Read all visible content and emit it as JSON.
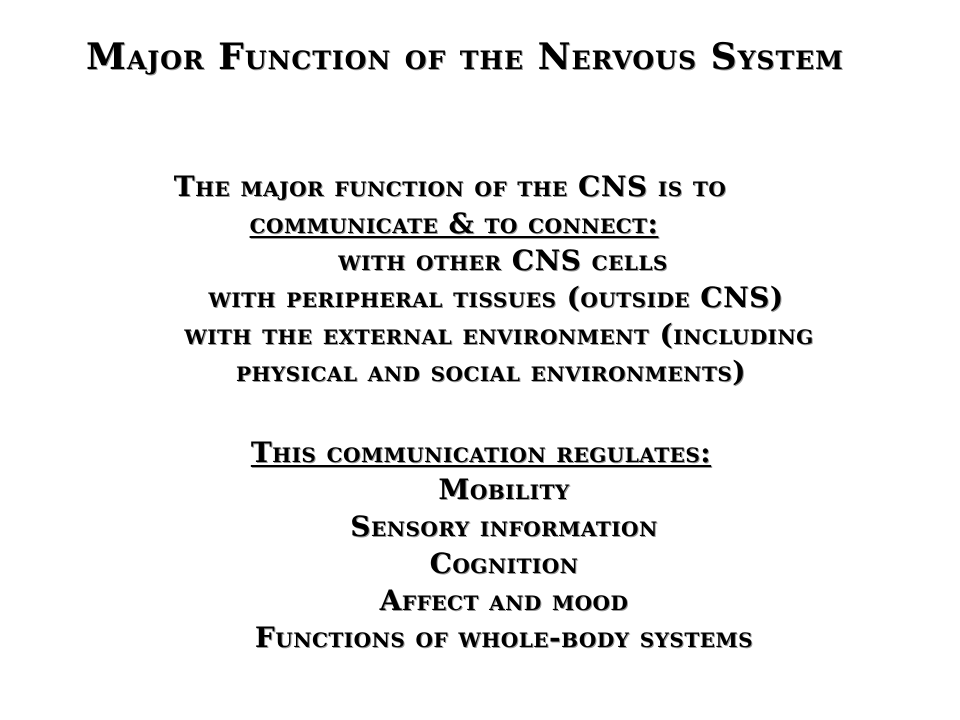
{
  "slide": {
    "title": "Major Function of the Nervous System",
    "intro": {
      "line1": "The major function of the CNS is to",
      "line2": "communicate & to connect:",
      "items": [
        "with other CNS cells",
        "with peripheral tissues (outside CNS)",
        "with the external environment (including",
        "physical and social environments)"
      ]
    },
    "regulates": {
      "heading": "This communication regulates:",
      "items": [
        "Mobility",
        "Sensory information",
        "Cognition",
        "Affect and mood",
        "Functions of whole-body systems"
      ]
    }
  }
}
